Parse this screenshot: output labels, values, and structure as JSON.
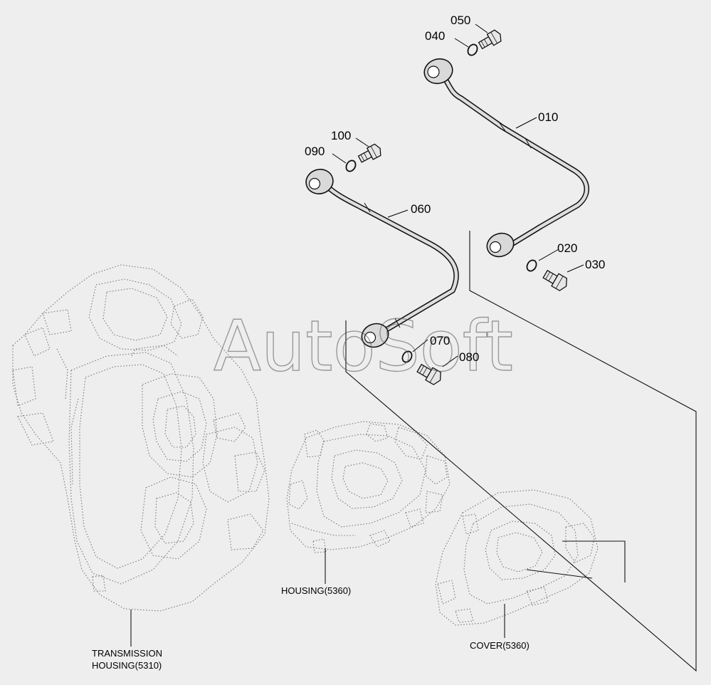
{
  "watermark": "AutoSoft",
  "part_labels": {
    "p010": "010",
    "p020": "020",
    "p030": "030",
    "p040": "040",
    "p050": "050",
    "p060": "060",
    "p070": "070",
    "p080": "080",
    "p090": "090",
    "p100": "100"
  },
  "assemblies": {
    "transmission_line1": "TRANSMISSION",
    "transmission_line2": "HOUSING(5310)",
    "housing": "HOUSING(5360)",
    "cover": "COVER(5360)"
  }
}
